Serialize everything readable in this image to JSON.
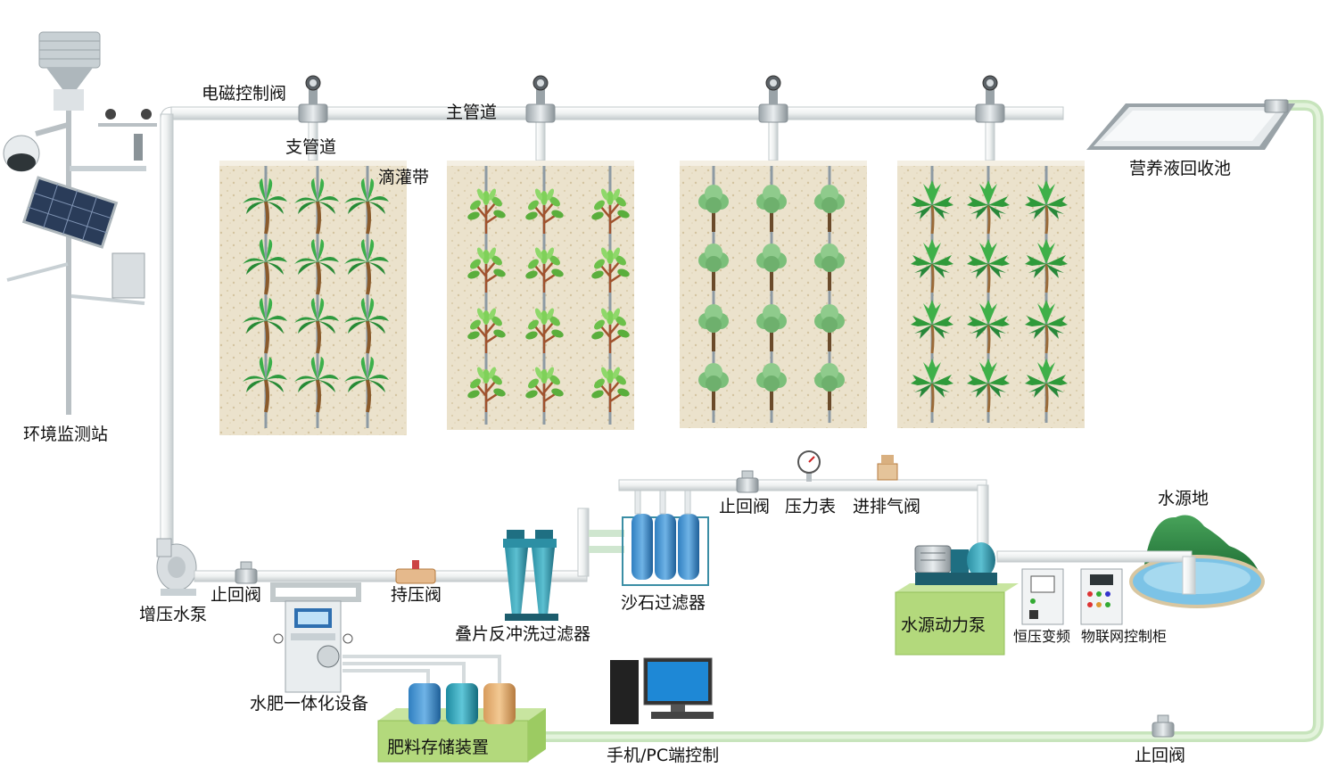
{
  "labels": {
    "env_station": "环境监测站",
    "solenoid_valve": "电磁控制阀",
    "main_pipe": "主管道",
    "branch_pipe": "支管道",
    "drip_tape": "滴灌带",
    "recovery_pool": "营养液回收池",
    "booster_pump": "增压水泵",
    "check_valve_left": "止回阀",
    "pressure_valve": "持压阀",
    "disc_filter": "叠片反冲洗过滤器",
    "sand_filter": "沙石过滤器",
    "check_valve_mid": "止回阀",
    "pressure_gauge": "压力表",
    "air_valve": "进排气阀",
    "water_source": "水源地",
    "source_pump": "水源动力泵",
    "vfd": "恒压变频",
    "iot_cabinet": "物联网控制柜",
    "fertigation": "水肥一体化设备",
    "fertilizer_storage": "肥料存储装置",
    "pc_control": "手机/PC端控制",
    "check_valve_bottom": "止回阀"
  },
  "colors": {
    "pipe": "#f2f4f4",
    "pipe_edge": "#b8bfc1",
    "return_pipe": "#d4ebcc",
    "soil": "#e9dfc8",
    "platform": "#b3d97c",
    "water": "#8ccbe9"
  }
}
